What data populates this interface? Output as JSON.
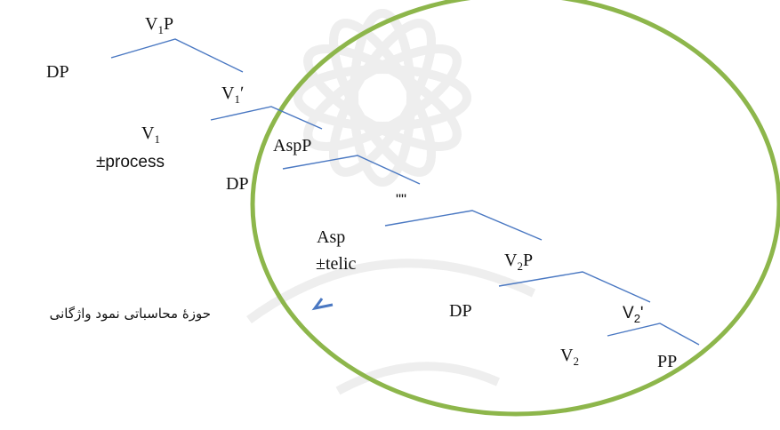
{
  "diagram": {
    "title": "",
    "colors": {
      "branch": "#4a78c2",
      "circle": "#8db64b",
      "watermark": "#e0e0e0"
    },
    "nodes": {
      "v1p": {
        "main": "V",
        "sub": "1",
        "tail": "P"
      },
      "dp_top": "DP",
      "v1bar": {
        "main": "V",
        "sub": "1",
        "tail": "ʹ"
      },
      "v1": {
        "main": "V",
        "sub": "1"
      },
      "process_feature": "±process",
      "aspp": "AspP",
      "dp_mid": "DP",
      "empty_spec": "\"\"",
      "asp": "Asp",
      "telic_feature": "±telic",
      "v2p": {
        "main": "V",
        "sub": "2",
        "tail": "P"
      },
      "dp_low": "DP",
      "v2bar": {
        "main": "V",
        "sub": "2",
        "tail": "ʹ"
      },
      "v2": {
        "main": "V",
        "sub": "2"
      },
      "pp": "PP"
    },
    "circle_caption": "حوزۀ محاسباتی نمود واژگانی"
  }
}
